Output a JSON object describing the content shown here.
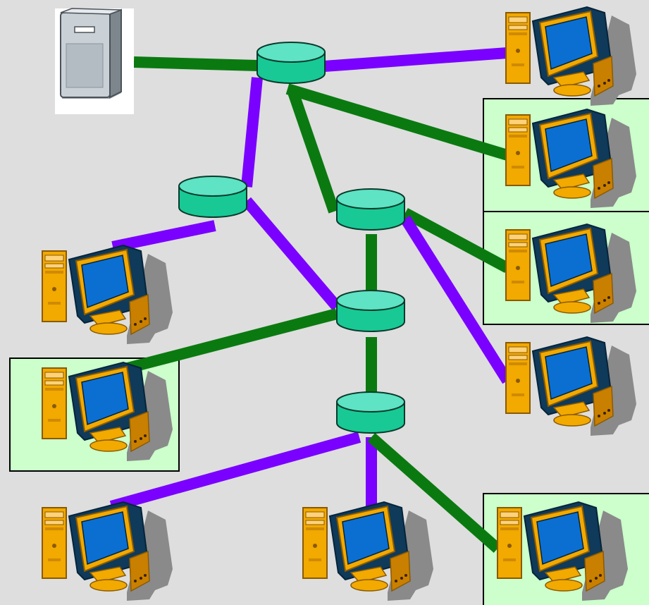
{
  "diagram": {
    "kind": "network topology",
    "colors": {
      "background": "#dedede",
      "link_green": "#0a7a10",
      "link_purple": "#7a00ff",
      "router_fill": "#5ee3c4",
      "router_side": "#18c996",
      "router_stroke": "#0a3a2a",
      "highlight_box_fill": "#ccffcc",
      "highlight_box_stroke": "#000000",
      "pc_case": "#f2a900",
      "pc_screen": "#0b6fd2",
      "pc_shadow": "#8a8a8a",
      "server_body": "#b9c0c6"
    },
    "icons": {
      "server": "server-icon",
      "router": "router-icon",
      "computer": "computer-icon"
    },
    "nodes": [
      {
        "id": "server",
        "type": "server"
      },
      {
        "id": "r1",
        "type": "router"
      },
      {
        "id": "r2",
        "type": "router"
      },
      {
        "id": "r3",
        "type": "router"
      },
      {
        "id": "r4",
        "type": "router"
      },
      {
        "id": "r5",
        "type": "router"
      },
      {
        "id": "pc-top-right",
        "type": "computer",
        "highlighted": false
      },
      {
        "id": "pc-right-2",
        "type": "computer",
        "highlighted": true
      },
      {
        "id": "pc-right-3",
        "type": "computer",
        "highlighted": true
      },
      {
        "id": "pc-right-4",
        "type": "computer",
        "highlighted": false
      },
      {
        "id": "pc-left-1",
        "type": "computer",
        "highlighted": false
      },
      {
        "id": "pc-left-2",
        "type": "computer",
        "highlighted": true
      },
      {
        "id": "pc-bottom-left",
        "type": "computer",
        "highlighted": false
      },
      {
        "id": "pc-bottom-center",
        "type": "computer",
        "highlighted": false
      },
      {
        "id": "pc-bottom-right",
        "type": "computer",
        "highlighted": true
      }
    ],
    "links": [
      {
        "from": "server",
        "to": "r1",
        "color": "green"
      },
      {
        "from": "r1",
        "to": "pc-top-right",
        "color": "purple"
      },
      {
        "from": "r1",
        "to": "pc-right-2",
        "color": "green"
      },
      {
        "from": "r1",
        "to": "r2",
        "color": "purple"
      },
      {
        "from": "r1",
        "to": "r3",
        "color": "green"
      },
      {
        "from": "r2",
        "to": "pc-left-1",
        "color": "purple"
      },
      {
        "from": "r2",
        "to": "r4",
        "color": "purple"
      },
      {
        "from": "r3",
        "to": "pc-right-3",
        "color": "green"
      },
      {
        "from": "r3",
        "to": "pc-right-4",
        "color": "purple"
      },
      {
        "from": "r3",
        "to": "r4",
        "color": "green"
      },
      {
        "from": "r4",
        "to": "pc-left-2",
        "color": "green"
      },
      {
        "from": "r4",
        "to": "r5",
        "color": "green"
      },
      {
        "from": "r5",
        "to": "pc-bottom-left",
        "color": "purple"
      },
      {
        "from": "r5",
        "to": "pc-bottom-center",
        "color": "purple"
      },
      {
        "from": "r5",
        "to": "pc-bottom-right",
        "color": "green"
      }
    ]
  }
}
